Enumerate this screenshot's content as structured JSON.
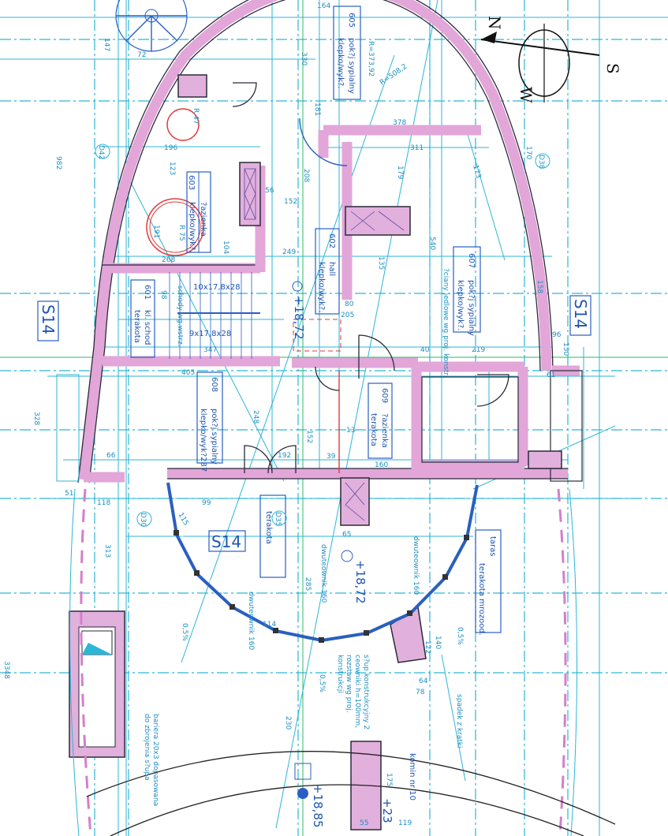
{
  "rooms": [
    {
      "number": "601",
      "name": "kl. schod",
      "finish": "terakota"
    },
    {
      "number": "602",
      "name": "hall",
      "finish": "klepko/wyk?."
    },
    {
      "number": "603",
      "name": "?azienka",
      "finish": "klepko/wyk?."
    },
    {
      "number": "605",
      "name": "pok?j sypialny",
      "finish": "klepko/wyk?."
    },
    {
      "number": "607",
      "name": "pok?j sypialny",
      "finish": "klepko/wyk?."
    },
    {
      "number": "608",
      "name": "pok?j sypialny",
      "finish": "klepko/wyk?287"
    },
    {
      "number": "609",
      "name": "?azienka",
      "finish": "terakota"
    }
  ],
  "corridor_finish": "terakota",
  "terrace": {
    "name": "taras",
    "finish": "terakota mrozood."
  },
  "axis_labels": {
    "left": "S14",
    "right": "S14",
    "bottom": "S14"
  },
  "elevations": {
    "stair": "+18,72",
    "terrace": "+18,72",
    "bottom": "+18,85",
    "chimney": "+23"
  },
  "stairs": {
    "upper": "10x17,8x28",
    "lower": "9x17,8x28",
    "note": "schody wg.wstrz."
  },
  "chimney_label": "komin nr 10",
  "slope": "0,5%",
  "beam": "dwuteownik 160",
  "radii": [
    "R 47",
    "R 75",
    "R=373,92",
    "R=508,2"
  ],
  "circle_tags": [
    "D42",
    "D38",
    "D30",
    "D35"
  ],
  "notes": {
    "slope_note": "spadek z kratki",
    "rail_note": "bariera 20x3 dopasowana do zbrojenia s?upa",
    "structure_note": "s?up konstrukcyjny 2 ceowniki h=100mm, rozstaw wg proj. konstrukcji",
    "wall_note": "?ciany jedlowe wg proj. konstr."
  },
  "north": {
    "n": "N",
    "s": "S",
    "w": "W"
  },
  "dimensions": [
    "164",
    "72",
    "147",
    "330",
    "181",
    "378",
    "311",
    "179",
    "540",
    "135",
    "205",
    "80",
    "249",
    "104",
    "191",
    "268",
    "123",
    "196",
    "98",
    "347",
    "405",
    "248",
    "192",
    "152",
    "160",
    "39",
    "13",
    "219",
    "40",
    "96",
    "150",
    "61",
    "118",
    "99",
    "115",
    "114",
    "285",
    "65",
    "64",
    "78",
    "122",
    "140",
    "230",
    "175",
    "119",
    "55",
    "313",
    "3348",
    "982",
    "328",
    "51",
    "66",
    "208",
    "56",
    "152",
    "173",
    "158",
    "170"
  ]
}
